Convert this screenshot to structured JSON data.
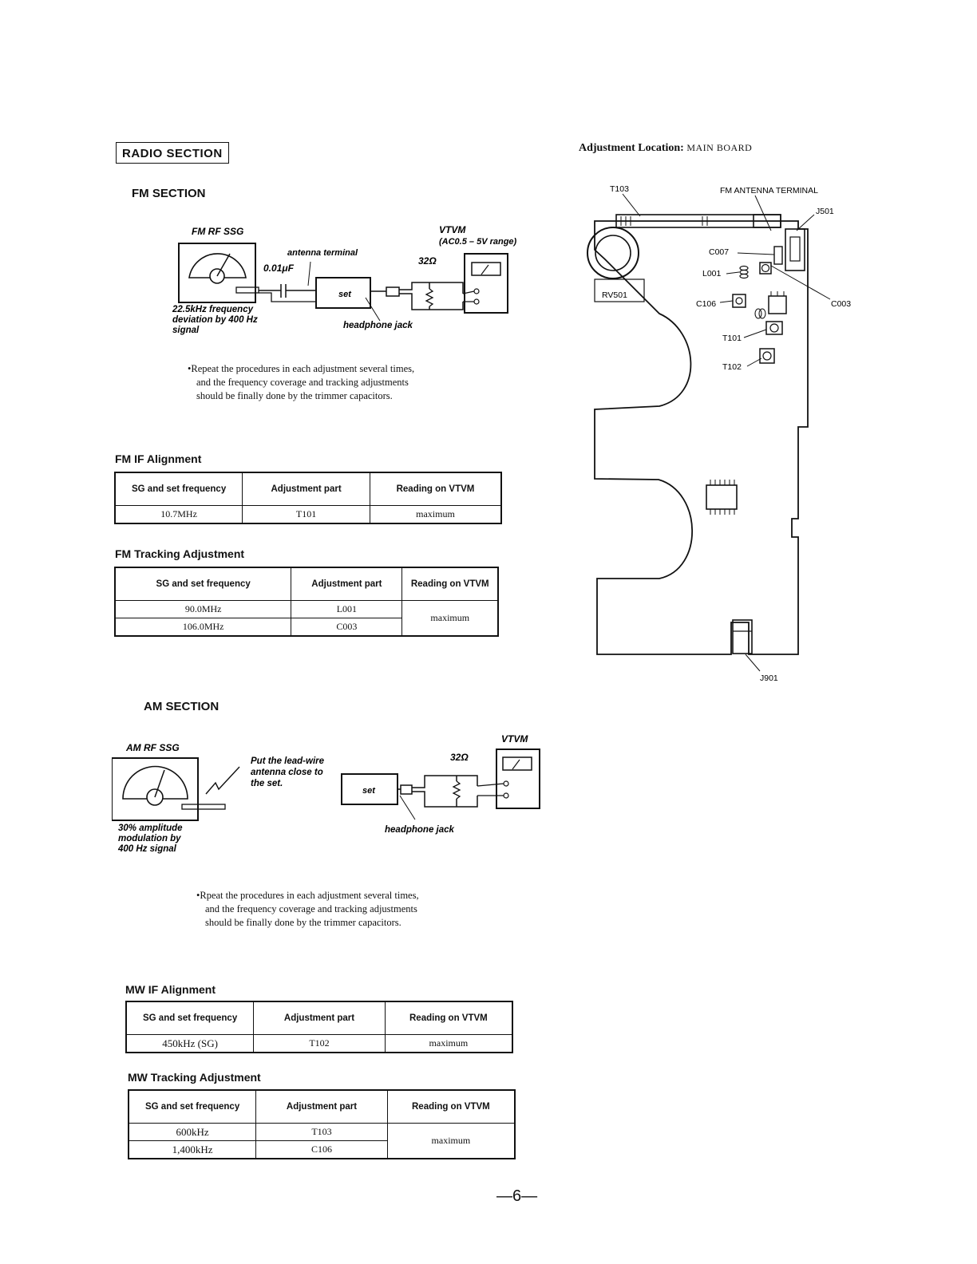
{
  "radio_section": "RADIO SECTION",
  "fm_section": "FM SECTION",
  "am_section": "AM SECTION",
  "fm_diagram": {
    "ssg_label": "FM RF SSG",
    "antenna_terminal": "antenna terminal",
    "capacitor": "0.01μF",
    "set_label": "set",
    "vtvm_label": "VTVM",
    "vtvm_range": "(AC0.5 – 5V range)",
    "resistor": "32Ω",
    "headphone_jack": "headphone jack",
    "signal_line1": "22.5kHz frequency",
    "signal_line2": "deviation by 400 Hz",
    "signal_line3": "signal"
  },
  "fm_note": "•Repeat the procedures in each adjustment several times, and the frequency coverage and tracking adjustments should be finally done by the trimmer capacitors.",
  "fm_if": {
    "title": "FM IF Alignment",
    "headers": [
      "SG and set frequency",
      "Adjustment part",
      "Reading on VTVM"
    ],
    "rows": [
      [
        "10.7MHz",
        "T101",
        "maximum"
      ]
    ]
  },
  "fm_tracking": {
    "title": "FM Tracking Adjustment",
    "headers": [
      "SG and set frequency",
      "Adjustment part",
      "Reading on VTVM"
    ],
    "rows": [
      [
        "90.0MHz",
        "L001"
      ],
      [
        "106.0MHz",
        "C003"
      ]
    ],
    "reading": "maximum"
  },
  "am_diagram": {
    "ssg_label": "AM RF SSG",
    "leadwire_line1": "Put the lead-wire",
    "leadwire_line2": "antenna close to",
    "leadwire_line3": "the set.",
    "set_label": "set",
    "vtvm_label": "VTVM",
    "resistor": "32Ω",
    "headphone_jack": "headphone jack",
    "signal_line1": "30% amplitude",
    "signal_line2": "modulation by",
    "signal_line3": "400 Hz signal"
  },
  "am_note": "•Rpeat the procedures in each adjustment several times, and the frequency coverage and tracking adjustments should be finally done by the trimmer capacitors.",
  "mw_if": {
    "title": "MW IF Alignment",
    "headers": [
      "SG and set frequency",
      "Adjustment part",
      "Reading on VTVM"
    ],
    "rows": [
      [
        "450kHz (SG)",
        "T102",
        "maximum"
      ]
    ]
  },
  "mw_tracking": {
    "title": "MW Tracking Adjustment",
    "headers": [
      "SG and set frequency",
      "Adjustment part",
      "Reading on VTVM"
    ],
    "rows": [
      [
        "600kHz",
        "T103"
      ],
      [
        "1,400kHz",
        "C106"
      ]
    ],
    "reading": "maximum"
  },
  "board": {
    "title_label": "Adjustment Location:",
    "title_value": "MAIN BOARD",
    "t103": "T103",
    "fm_antenna_terminal": "FM ANTENNA TERMINAL",
    "j501": "J501",
    "c007": "C007",
    "l001": "L001",
    "c003": "C003",
    "rv501": "RV501",
    "c106": "C106",
    "t101": "T101",
    "t102": "T102",
    "j901": "J901"
  },
  "page_number": "—6—"
}
